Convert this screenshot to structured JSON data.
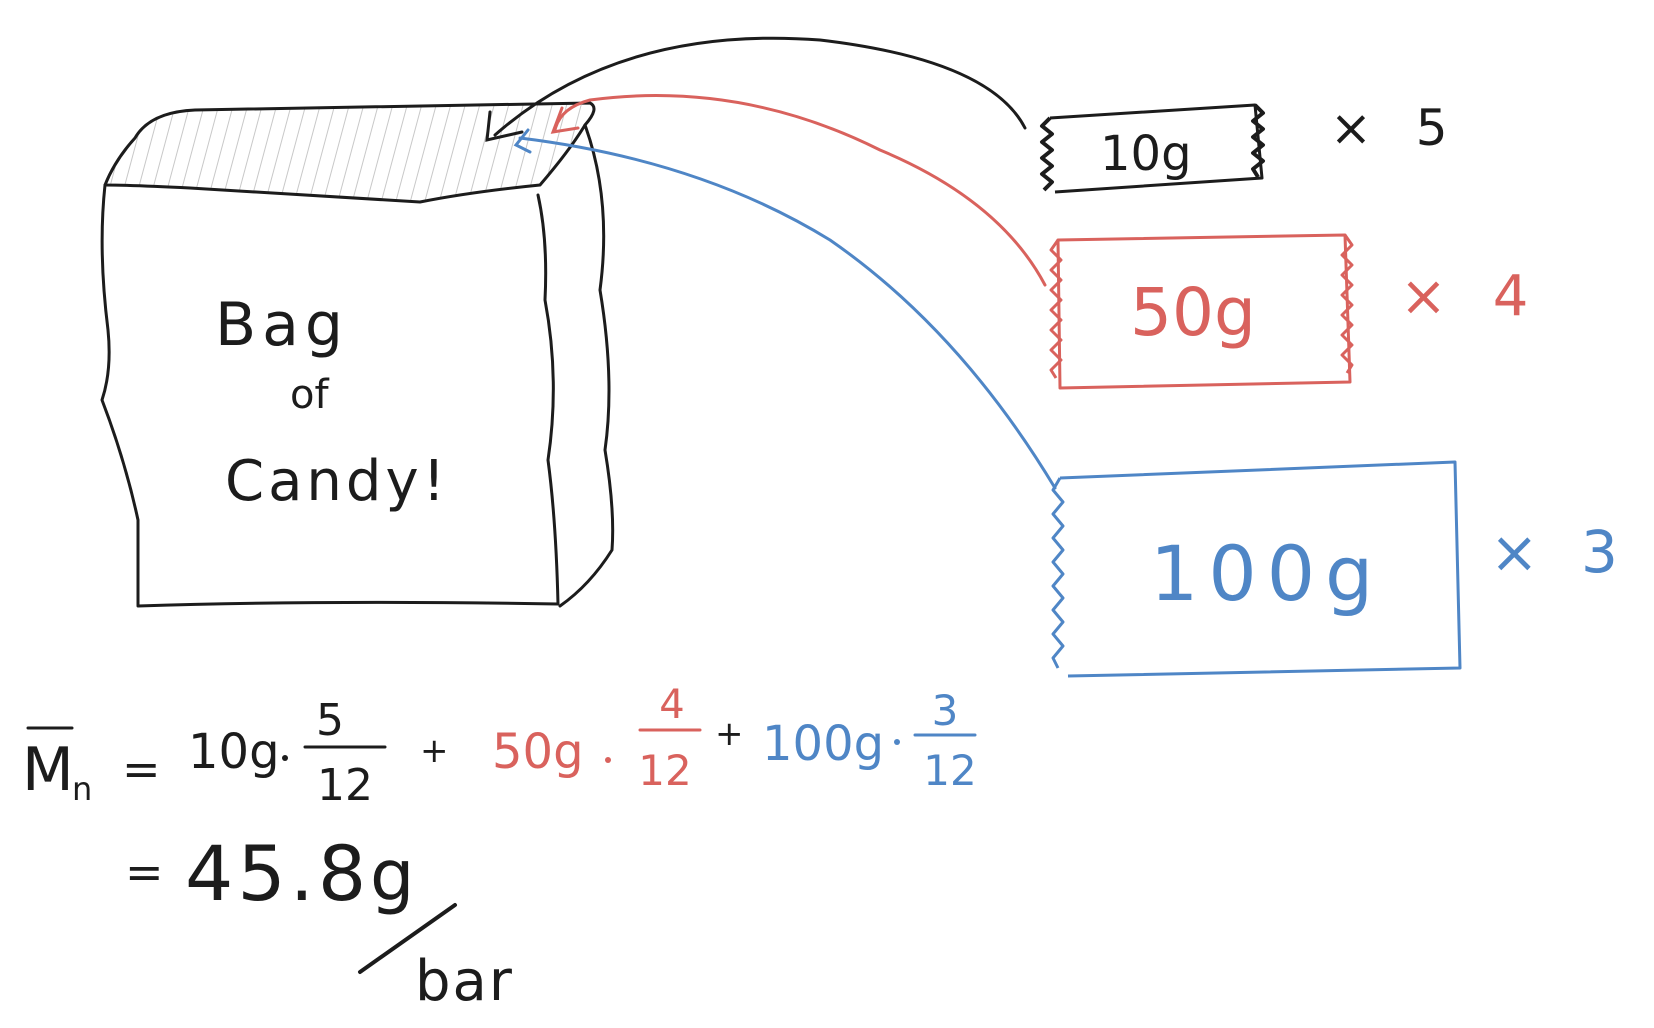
{
  "colors": {
    "ink": "#1c1c1c",
    "red": "#d9625d",
    "blue": "#4f86c6",
    "hatch": "#c8c8c8"
  },
  "bag": {
    "label_line1": "Bag",
    "label_line2": "of",
    "label_line3": "Candy!"
  },
  "candies": [
    {
      "mass": "10g",
      "count_label": "× 5",
      "color_key": "ink"
    },
    {
      "mass": "50g",
      "count_label": "× 4",
      "color_key": "red"
    },
    {
      "mass": "100g",
      "count_label": "× 3",
      "color_key": "blue"
    }
  ],
  "equation": {
    "lhs": "M",
    "lhs_sub": "n",
    "equals": "=",
    "term1_mass": "10g",
    "term1_num": "5",
    "term1_den": "12",
    "plus1": "+",
    "term2_mass": "50g",
    "term2_num": "4",
    "term2_den": "12",
    "plus2": "+",
    "term3_mass": "100g",
    "term3_num": "3",
    "term3_den": "12",
    "result_equals": "=",
    "result_value": "45.8",
    "result_unit_num": "g",
    "result_unit_den": "bar"
  }
}
